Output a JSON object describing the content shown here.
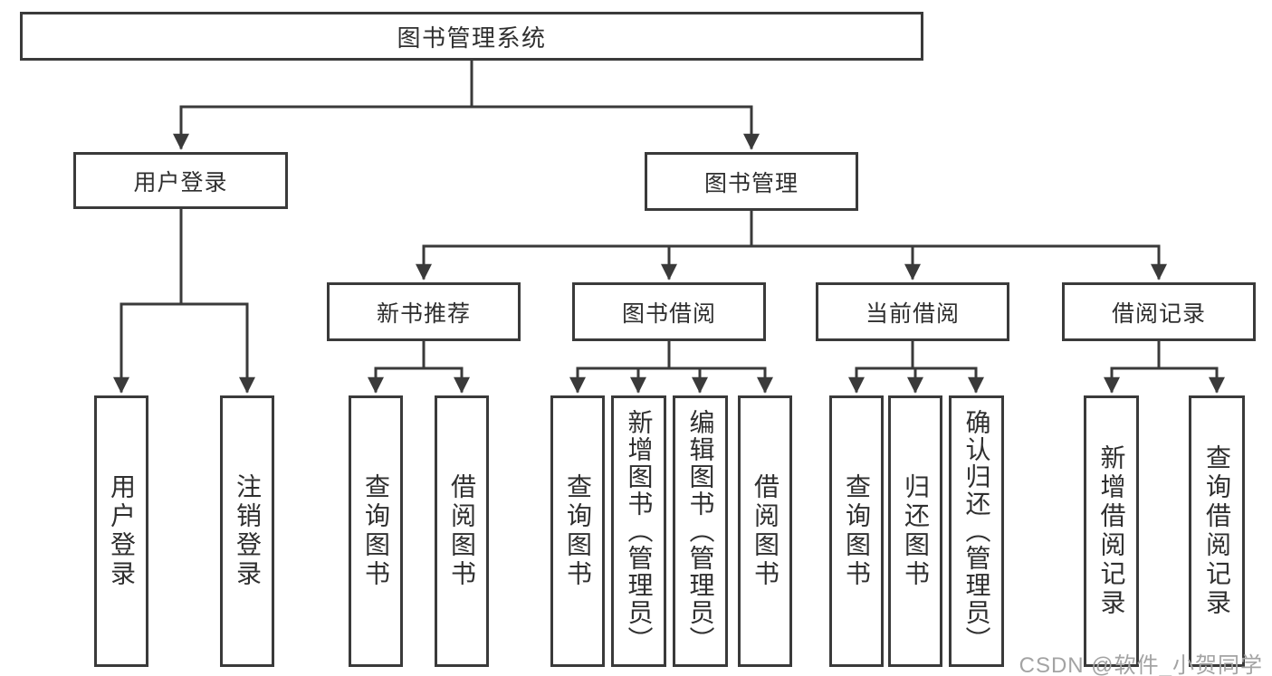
{
  "diagram": {
    "root": {
      "label": "图书管理系统"
    },
    "level2": [
      {
        "label": "用户登录"
      },
      {
        "label": "图书管理"
      }
    ],
    "level3": [
      {
        "label": "新书推荐"
      },
      {
        "label": "图书借阅"
      },
      {
        "label": "当前借阅"
      },
      {
        "label": "借阅记录"
      }
    ],
    "leaves": {
      "login": [
        {
          "label": "用户登录"
        },
        {
          "label": "注销登录"
        }
      ],
      "recommend": [
        {
          "label": "查询图书"
        },
        {
          "label": "借阅图书"
        }
      ],
      "borrow": [
        {
          "label": "查询图书"
        },
        {
          "label": "新增图书（管理员）"
        },
        {
          "label": "编辑图书（管理员）"
        },
        {
          "label": "借阅图书"
        }
      ],
      "current": [
        {
          "label": "查询图书"
        },
        {
          "label": "归还图书"
        },
        {
          "label": "确认归还（管理员）"
        }
      ],
      "records": [
        {
          "label": "新增借阅记录"
        },
        {
          "label": "查询借阅记录"
        }
      ]
    },
    "colors": {
      "line": "#3a3a3a",
      "text": "#2f2f2f",
      "box_background": "#ffffff",
      "watermark": "#a3a3a3"
    }
  },
  "watermark": {
    "text": "CSDN @软件_小贺同学"
  }
}
